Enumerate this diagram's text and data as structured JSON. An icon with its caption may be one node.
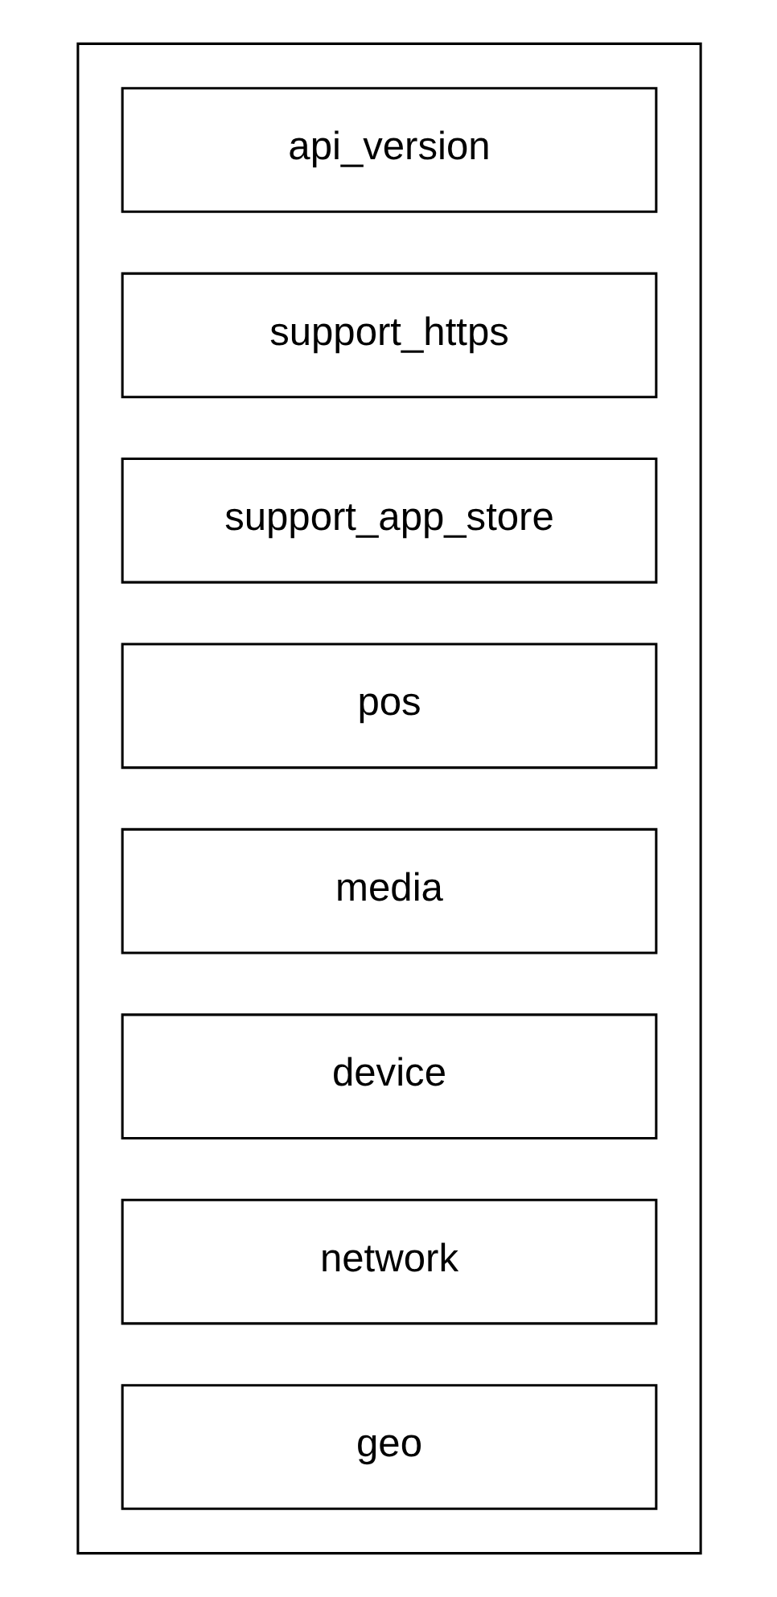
{
  "diagram": {
    "nodes": [
      {
        "text": [],
        "shape": "box"
      },
      {
        "text": [
          "api_version"
        ],
        "in": 0
      },
      {
        "text": [
          "support_https"
        ],
        "in": 0
      },
      {
        "text": [
          "support_app_store"
        ],
        "in": 0
      },
      {
        "text": [
          "pos"
        ],
        "in": 0
      },
      {
        "text": [
          "media"
        ],
        "in": 0
      },
      {
        "text": [
          "device"
        ],
        "in": 0
      },
      {
        "text": [
          "network"
        ],
        "in": 0
      },
      {
        "text": [
          "geo"
        ],
        "in": 0
      }
    ],
    "edges": []
  }
}
